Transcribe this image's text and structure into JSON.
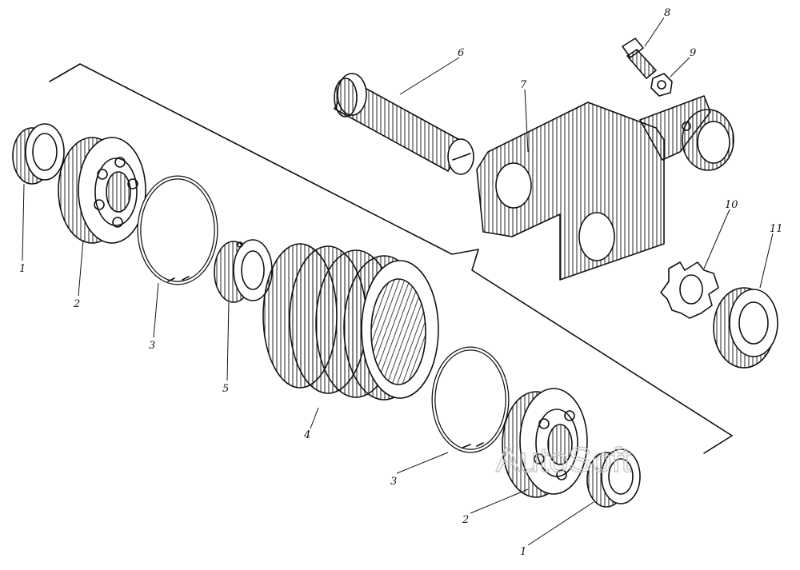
{
  "figure": {
    "labels": {
      "outer_ring": "1",
      "bearing": "2",
      "snap_ring": "3",
      "roller": "4",
      "bushing": "5",
      "axle": "6",
      "bracket": "7",
      "bolt": "8",
      "nut": "9",
      "lock_washer": "10",
      "round_nut": "11"
    },
    "watermark": "AutoSoft"
  }
}
